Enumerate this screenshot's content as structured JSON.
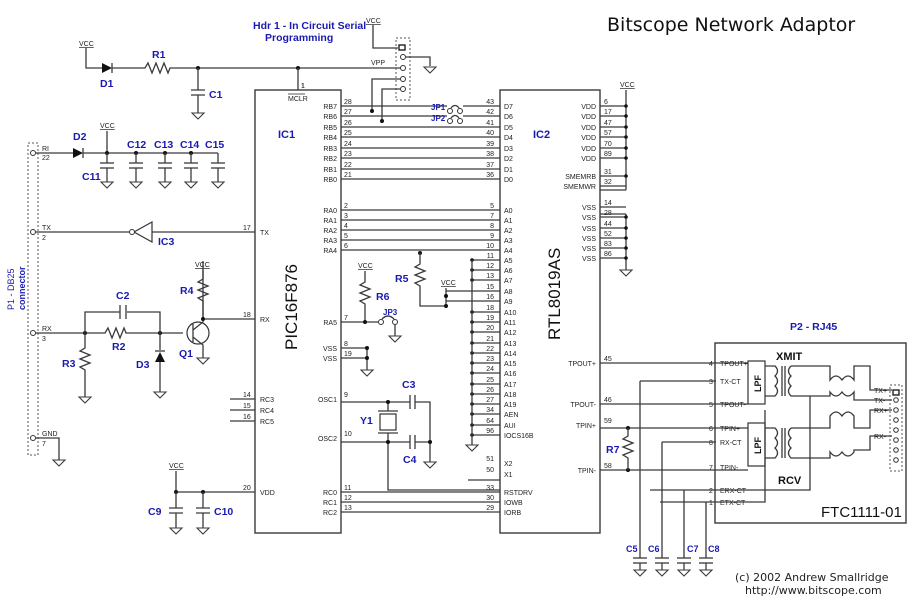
{
  "title": "Bitscope Network Adaptor",
  "header_label": "Hdr 1 - In Circuit Serial Programming",
  "header_label_line1": "Hdr 1 - In Circuit Serial",
  "header_label_line2": "Programming",
  "credit_line1": "(c) 2002 Andrew Smallridge",
  "credit_line2": "http://www.bitscope.com",
  "power_label": "VCC",
  "vpp_label": "VPP",
  "connectors": {
    "p1": {
      "label_line1": "P1 - DB25",
      "label_line2": "connector",
      "pins": [
        {
          "name": "RI",
          "num": "22"
        },
        {
          "name": "TX",
          "num": "2"
        },
        {
          "name": "RX",
          "num": "3"
        },
        {
          "name": "GND",
          "num": "7"
        }
      ]
    },
    "p2": {
      "label": "P2 - RJ45",
      "pins": [
        "TX+",
        "TX-",
        "RX+",
        "RX-"
      ]
    }
  },
  "ic1": {
    "ref": "IC1",
    "part": "PIC16F876",
    "mclr": {
      "name": "MCLR",
      "num": "1"
    },
    "left_pins": [
      {
        "name": "TX",
        "num": "17"
      },
      {
        "name": "RX",
        "num": "18"
      },
      {
        "name": "RC3",
        "num": "14"
      },
      {
        "name": "RC4",
        "num": "15"
      },
      {
        "name": "RC5",
        "num": "16"
      },
      {
        "name": "VDD",
        "num": "20"
      }
    ],
    "right_pins": [
      {
        "name": "RB7",
        "num": "28"
      },
      {
        "name": "RB6",
        "num": "27"
      },
      {
        "name": "RB5",
        "num": "26"
      },
      {
        "name": "RB4",
        "num": "25"
      },
      {
        "name": "RB3",
        "num": "24"
      },
      {
        "name": "RB2",
        "num": "23"
      },
      {
        "name": "RB1",
        "num": "22"
      },
      {
        "name": "RB0",
        "num": "21"
      },
      {
        "name": "RA0",
        "num": "2"
      },
      {
        "name": "RA1",
        "num": "3"
      },
      {
        "name": "RA2",
        "num": "4"
      },
      {
        "name": "RA3",
        "num": "5"
      },
      {
        "name": "RA4",
        "num": "6"
      },
      {
        "name": "RA5",
        "num": "7"
      },
      {
        "name": "VSS",
        "num": "8"
      },
      {
        "name": "VSS",
        "num": "19"
      },
      {
        "name": "OSC1",
        "num": "9"
      },
      {
        "name": "OSC2",
        "num": "10"
      },
      {
        "name": "RC0",
        "num": "11"
      },
      {
        "name": "RC1",
        "num": "12"
      },
      {
        "name": "RC2",
        "num": "13"
      }
    ]
  },
  "ic2": {
    "ref": "IC2",
    "part": "RTL8019AS",
    "left_pins": [
      {
        "name": "D7",
        "num": "43"
      },
      {
        "name": "D6",
        "num": "42"
      },
      {
        "name": "D5",
        "num": "41"
      },
      {
        "name": "D4",
        "num": "40"
      },
      {
        "name": "D3",
        "num": "39"
      },
      {
        "name": "D2",
        "num": "38"
      },
      {
        "name": "D1",
        "num": "37"
      },
      {
        "name": "D0",
        "num": "36"
      },
      {
        "name": "A0",
        "num": "5"
      },
      {
        "name": "A1",
        "num": "7"
      },
      {
        "name": "A2",
        "num": "8"
      },
      {
        "name": "A3",
        "num": "9"
      },
      {
        "name": "A4",
        "num": "10"
      },
      {
        "name": "A5",
        "num": "11"
      },
      {
        "name": "A6",
        "num": "12"
      },
      {
        "name": "A7",
        "num": "13"
      },
      {
        "name": "A8",
        "num": "15"
      },
      {
        "name": "A9",
        "num": "16"
      },
      {
        "name": "A10",
        "num": "18"
      },
      {
        "name": "A11",
        "num": "19"
      },
      {
        "name": "A12",
        "num": "20"
      },
      {
        "name": "A13",
        "num": "21"
      },
      {
        "name": "A14",
        "num": "22"
      },
      {
        "name": "A15",
        "num": "23"
      },
      {
        "name": "A16",
        "num": "24"
      },
      {
        "name": "A17",
        "num": "25"
      },
      {
        "name": "A18",
        "num": "26"
      },
      {
        "name": "A19",
        "num": "27"
      },
      {
        "name": "AEN",
        "num": "34"
      },
      {
        "name": "AUI",
        "num": "64"
      },
      {
        "name": "IOCS16B",
        "num": "96"
      },
      {
        "name": "X2",
        "num": "51"
      },
      {
        "name": "X1",
        "num": "50"
      },
      {
        "name": "RSTDRV",
        "num": "33"
      },
      {
        "name": "IOWB",
        "num": "30"
      },
      {
        "name": "IORB",
        "num": "29"
      }
    ],
    "right_pins": [
      {
        "name": "VDD",
        "num": "6"
      },
      {
        "name": "VDD",
        "num": "17"
      },
      {
        "name": "VDD",
        "num": "47"
      },
      {
        "name": "VDD",
        "num": "57"
      },
      {
        "name": "VDD",
        "num": "70"
      },
      {
        "name": "VDD",
        "num": "89"
      },
      {
        "name": "SMEMRB",
        "num": "31"
      },
      {
        "name": "SMEMWR",
        "num": "32"
      },
      {
        "name": "VSS",
        "num": "14"
      },
      {
        "name": "VSS",
        "num": "28"
      },
      {
        "name": "VSS",
        "num": "44"
      },
      {
        "name": "VSS",
        "num": "52"
      },
      {
        "name": "VSS",
        "num": "83"
      },
      {
        "name": "VSS",
        "num": "86"
      },
      {
        "name": "TPOUT+",
        "num": "45"
      },
      {
        "name": "TPOUT-",
        "num": "46"
      },
      {
        "name": "TPIN+",
        "num": "59"
      },
      {
        "name": "TPIN-",
        "num": "58"
      }
    ]
  },
  "ic3": {
    "ref": "IC3"
  },
  "magnetics": {
    "part": "FTC1111-01",
    "xmit": "XMIT",
    "rcv": "RCV",
    "lpf": "LPF",
    "pins": [
      {
        "name": "TPOUT+",
        "num": "4"
      },
      {
        "name": "TX-CT",
        "num": "3"
      },
      {
        "name": "TPOUT-",
        "num": "5"
      },
      {
        "name": "TPIN+",
        "num": "6"
      },
      {
        "name": "RX-CT",
        "num": "8"
      },
      {
        "name": "TPIN-",
        "num": "7"
      },
      {
        "name": "ERX-CT",
        "num": "2"
      },
      {
        "name": "ETX-CT",
        "num": "1"
      }
    ]
  },
  "components": {
    "resistors": [
      "R1",
      "R2",
      "R3",
      "R4",
      "R5",
      "R6",
      "R7"
    ],
    "capacitors": [
      "C1",
      "C2",
      "C3",
      "C4",
      "C5",
      "C6",
      "C7",
      "C8",
      "C9",
      "C10",
      "C11",
      "C12",
      "C13",
      "C14",
      "C15"
    ],
    "diodes": [
      "D1",
      "D2",
      "D3"
    ],
    "transistors": [
      "Q1"
    ],
    "crystals": [
      "Y1"
    ],
    "jumpers": [
      "JP1",
      "JP2",
      "JP3"
    ]
  }
}
